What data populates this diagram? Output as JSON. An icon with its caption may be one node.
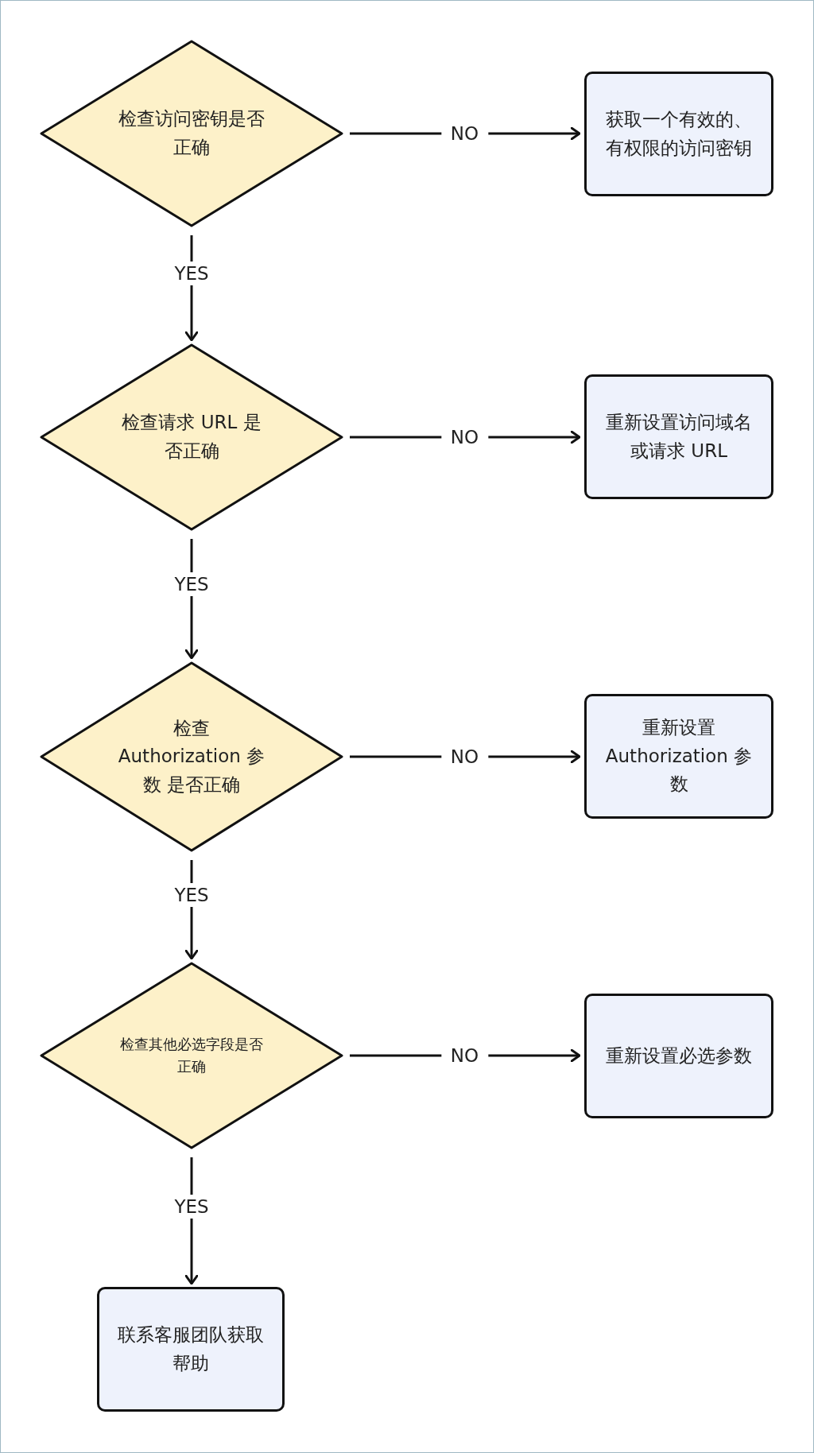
{
  "diagram": {
    "nodes": [
      {
        "text": [
          "检查访问密钥是否正确"
        ]
      },
      {
        "text": [
          "获取一个有效的、有权限的访问密钥"
        ]
      },
      {
        "text": [
          "检查请求 URL 是否正确"
        ]
      },
      {
        "text": [
          "重新设置访问域名或请求 URL"
        ]
      },
      {
        "text": [
          "检查 Authorization 参数 是否正确"
        ]
      },
      {
        "text": [
          "重新设置 Authorization 参数"
        ]
      },
      {
        "text": [
          "检查其他必选字段是否正确"
        ]
      },
      {
        "text": [
          "重新设置必选参数"
        ]
      },
      {
        "text": [
          "联系客服团队获取帮助"
        ]
      }
    ],
    "edges": [
      {
        "from": 0,
        "to": 1,
        "arrow": "to",
        "label": "NO"
      },
      {
        "from": 0,
        "to": 2,
        "arrow": "to",
        "label": "YES"
      },
      {
        "from": 2,
        "to": 3,
        "arrow": "to",
        "label": "NO"
      },
      {
        "from": 2,
        "to": 4,
        "arrow": "to",
        "label": "YES"
      },
      {
        "from": 4,
        "to": 5,
        "arrow": "to",
        "label": "NO"
      },
      {
        "from": 4,
        "to": 6,
        "arrow": "to",
        "label": "YES"
      },
      {
        "from": 6,
        "to": 7,
        "arrow": "to",
        "label": "NO"
      },
      {
        "from": 6,
        "to": 8,
        "arrow": "to",
        "label": "YES"
      }
    ]
  }
}
